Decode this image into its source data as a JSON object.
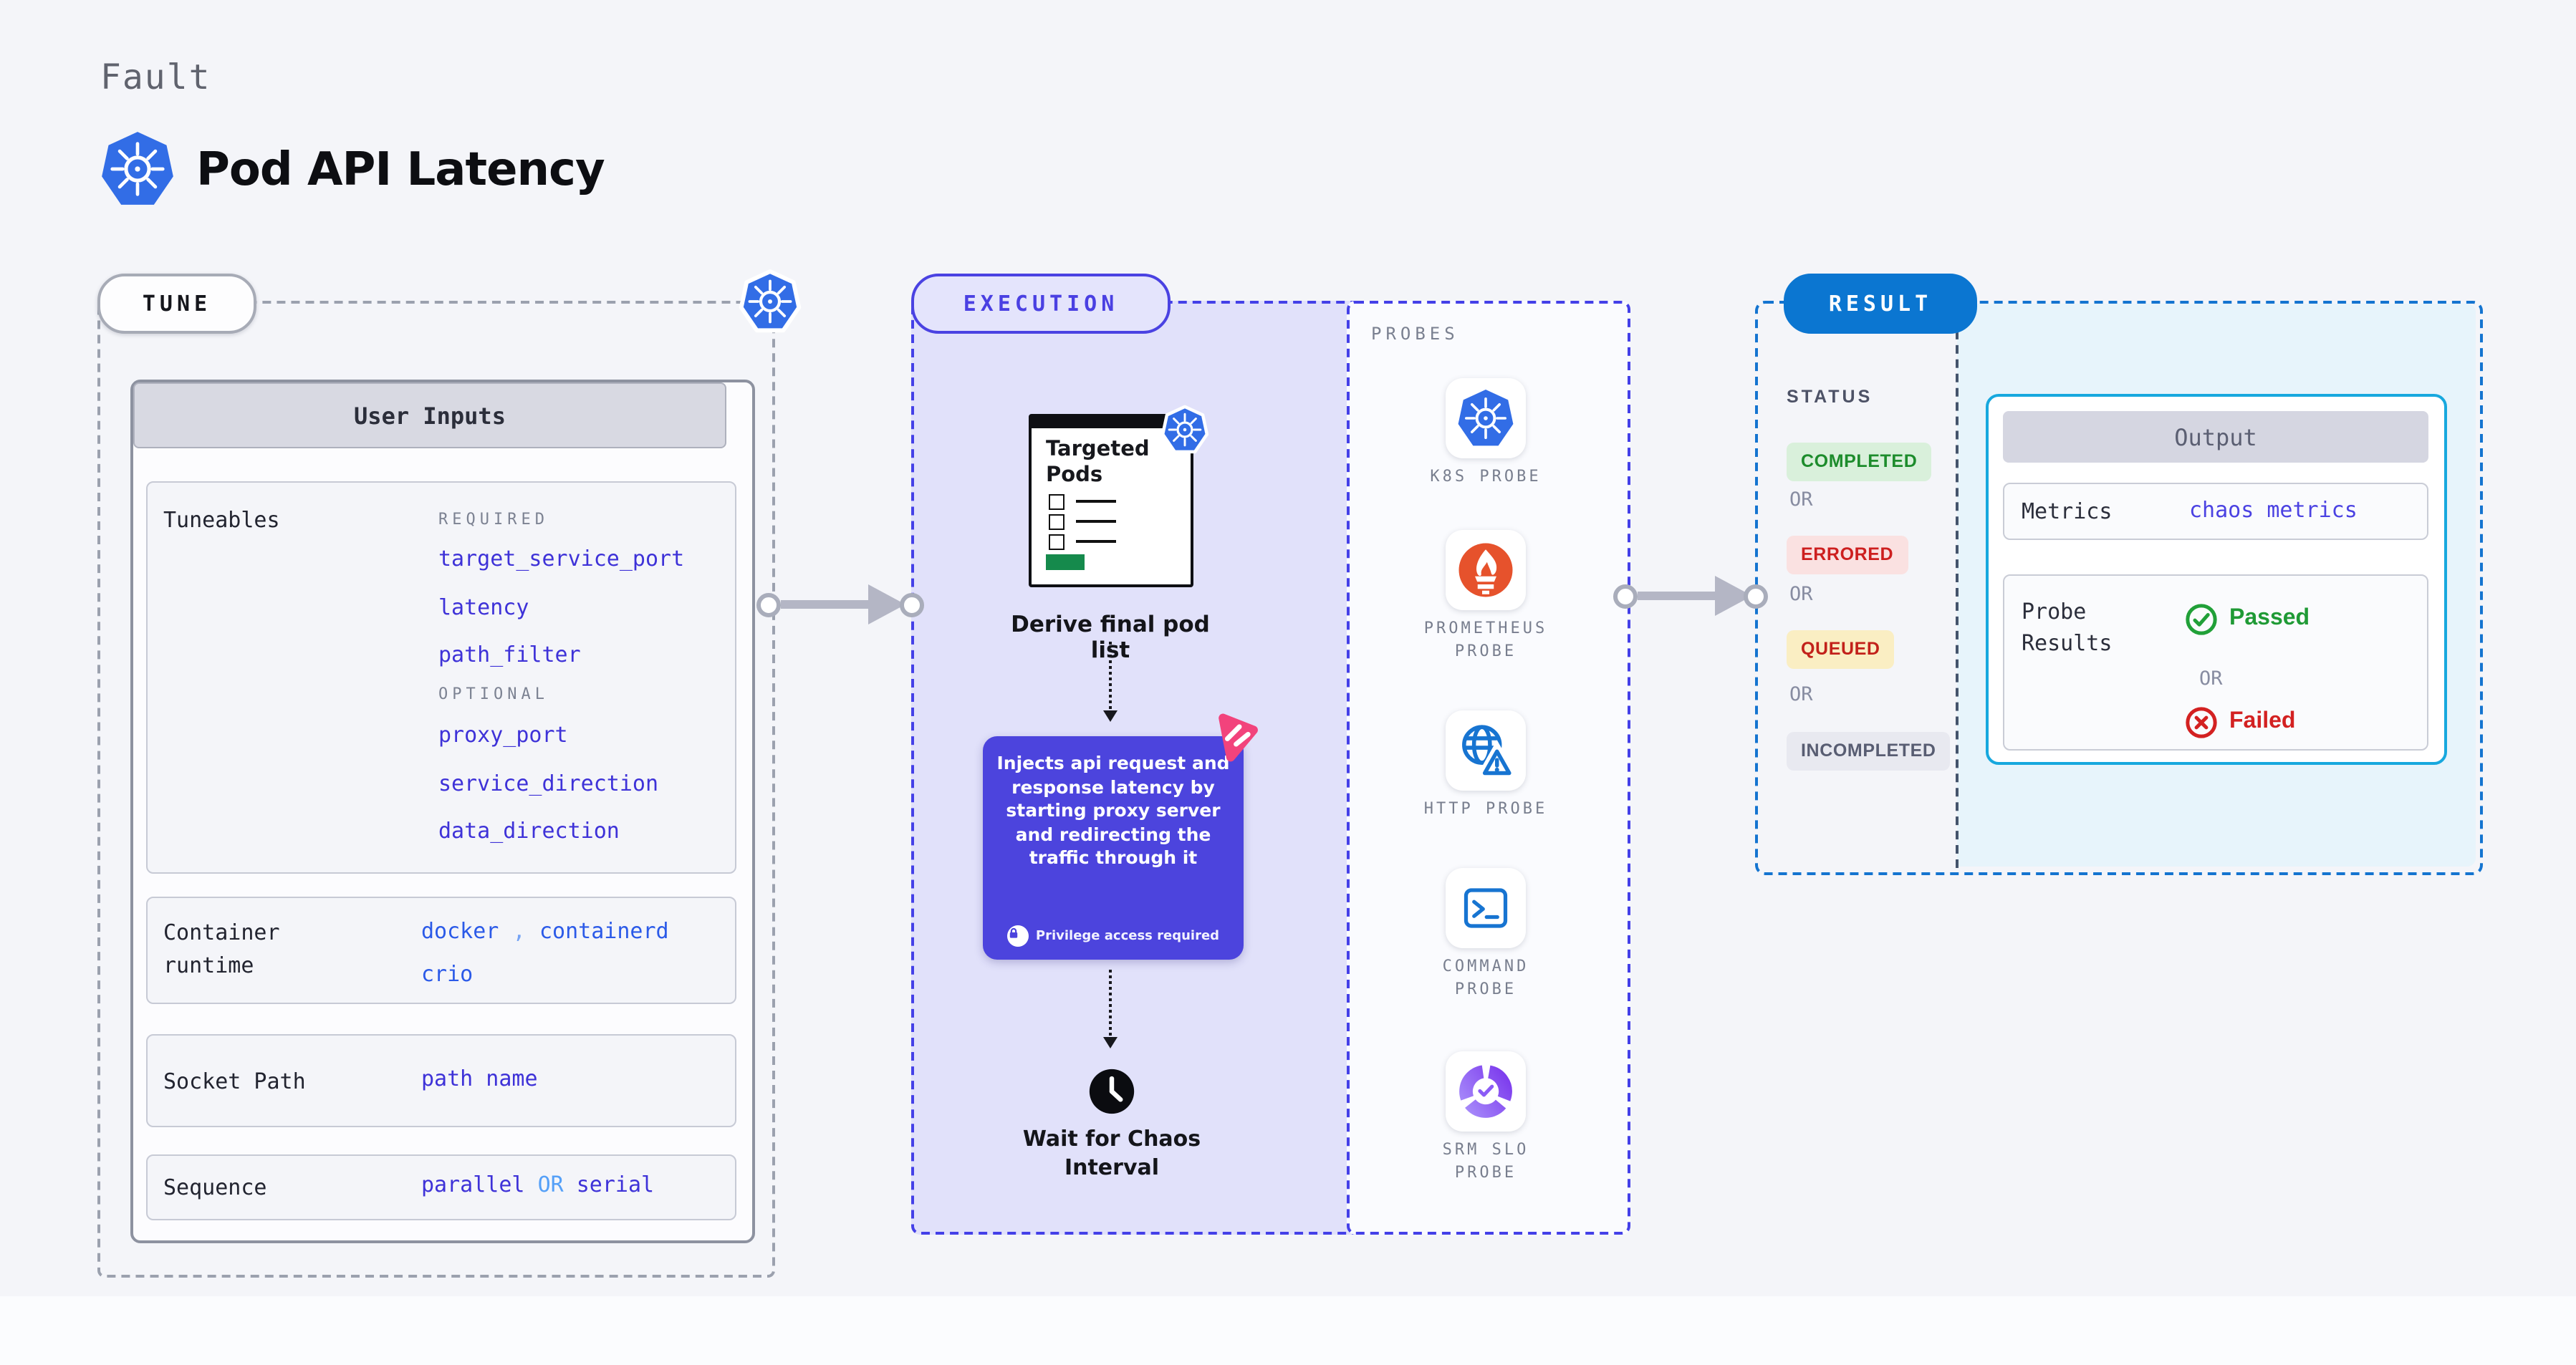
{
  "header": {
    "eyebrow": "Fault",
    "title": "Pod API Latency"
  },
  "tune": {
    "pill_label": "TUNE",
    "user_inputs_title": "User Inputs",
    "tuneables_label": "Tuneables",
    "required_label": "REQUIRED",
    "required_params": [
      "target_service_port",
      "latency",
      "path_filter"
    ],
    "optional_label": "OPTIONAL",
    "optional_params": [
      "proxy_port",
      "service_direction",
      "data_direction"
    ],
    "container_runtime_label": "Container runtime",
    "runtime_value_1": "docker",
    "runtime_separator": ",",
    "runtime_value_2": "containerd",
    "runtime_value_3": "crio",
    "socket_path_label": "Socket Path",
    "socket_path_value": "path name",
    "sequence_label": "Sequence",
    "sequence_value_1": "parallel",
    "sequence_or": "OR",
    "sequence_value_2": "serial"
  },
  "execution": {
    "pill_label": "EXECUTION",
    "targeted_pods_title": "Targeted Pods",
    "derive_label": "Derive final pod list",
    "inject_description": "Injects api request and response latency by starting proxy server and redirecting the traffic through it",
    "privilege_note": "Privilege access required",
    "wait_label": "Wait for Chaos Interval"
  },
  "probes": {
    "panel_label": "PROBES",
    "items": [
      {
        "name": "K8S PROBE",
        "icon": "kubernetes-icon"
      },
      {
        "name": "PROMETHEUS PROBE",
        "icon": "prometheus-icon"
      },
      {
        "name": "HTTP PROBE",
        "icon": "http-globe-icon"
      },
      {
        "name": "COMMAND PROBE",
        "icon": "terminal-icon"
      },
      {
        "name": "SRM SLO PROBE",
        "icon": "slo-gauge-icon"
      }
    ]
  },
  "result": {
    "pill_label": "RESULT",
    "status_label": "STATUS",
    "or_label": "OR",
    "statuses": [
      {
        "label": "COMPLETED",
        "color": "#1d8c2c",
        "bg": "#d9f0db"
      },
      {
        "label": "ERRORED",
        "color": "#cd1f1f",
        "bg": "#fae1e1"
      },
      {
        "label": "QUEUED",
        "color": "#c2211a",
        "bg": "#faeec3"
      },
      {
        "label": "INCOMPLETED",
        "color": "#585d72",
        "bg": "#e8e9f0"
      }
    ],
    "output": {
      "title": "Output",
      "metrics_label": "Metrics",
      "metrics_value": "chaos metrics",
      "probe_results_label": "Probe Results",
      "passed_label": "Passed",
      "or_label": "OR",
      "failed_label": "Failed"
    }
  },
  "colors": {
    "kubernetes_blue": "#326de6",
    "indigo_accent": "#4a42e2",
    "inject_card": "#4c44dd",
    "execution_fill": "#e1e1fa",
    "result_blue": "#0b76d1",
    "output_border": "#17a8de",
    "result_fill": "#e7f4fb",
    "param_indigo": "#3e32d8",
    "runtime_blue": "#2b5ae8",
    "light_blue_or": "#55a0f8",
    "passed_green": "#1f9a35",
    "failed_red": "#d32121",
    "prometheus_orange": "#e6522c",
    "chaos_pink": "#f2437c",
    "arrow_gray": "#b4b6c5",
    "targeted_green": "#158a4c"
  }
}
